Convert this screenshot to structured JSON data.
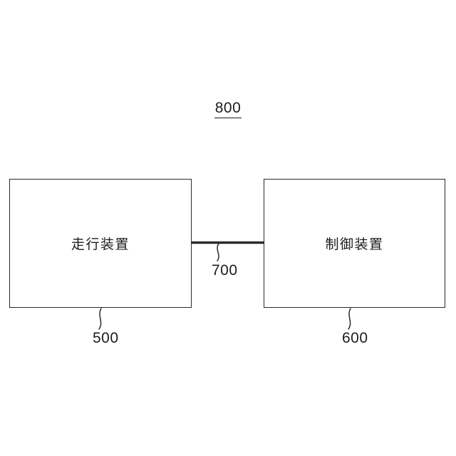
{
  "figure": {
    "number": "800",
    "number_underlined": true,
    "background_color": "#ffffff",
    "line_color": "#2a2a2a",
    "text_color": "#1c1c1c"
  },
  "blocks": [
    {
      "id": "travel-device",
      "label": "走行装置",
      "reference_numeral": "500"
    },
    {
      "id": "control-device",
      "label": "制御装置",
      "reference_numeral": "600"
    }
  ],
  "connector": {
    "id": "communication-link",
    "reference_numeral": "700",
    "from": "travel-device",
    "to": "control-device"
  },
  "reference_numerals": {
    "system": "800",
    "travel_device": "500",
    "control_device": "600",
    "connector": "700"
  }
}
